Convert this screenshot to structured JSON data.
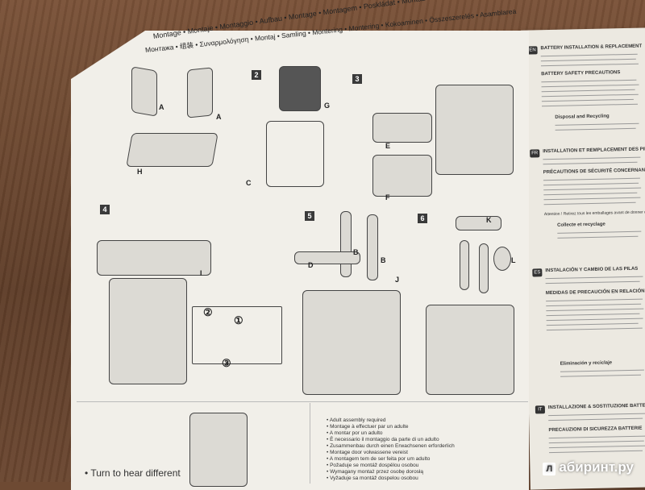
{
  "header_languages": "Montage • Montaje • Montaggio • Aufbau • Montage • Montagem • Poskládat • Montaż • Poskladať • Сборка • تجميع",
  "header_languages_2": "Монтажа • 组装 • Συναρμολόγηση • Montaj • Samling • Montering • Montering • Kokoaminen • Összeszerelés • Asamblarea",
  "steps": [
    "2",
    "3",
    "4",
    "5",
    "6"
  ],
  "part_labels": {
    "A1": "A",
    "A2": "A",
    "H": "H",
    "G": "G",
    "C": "C",
    "E": "E",
    "F": "F",
    "B1": "B",
    "B2": "B",
    "D": "D",
    "J": "J",
    "K": "K",
    "L": "L",
    "I": "I"
  },
  "circle_markers": {
    "one": "①",
    "two": "②",
    "three": "③"
  },
  "assembly_text": [
    "• Adult assembly required",
    "• Montage à effectuer par un adulte",
    "• A montar por un adulto",
    "• È necessario il montaggio da parte di un adulto",
    "• Zusammenbau durch einen Erwachsenen erforderlich",
    "• Montage door volwassene vereist",
    "• A montagem tem de ser feita por um adulto",
    "• Požaduje se montáž dospělou osobou",
    "• Wymagany montaż przez osobę dorosłą",
    "• Vyžaduje sa montáž dospelou osobou"
  ],
  "turn_text": "• Turn to hear different",
  "right_sheet": {
    "badges": [
      "EN",
      "FR",
      "ES",
      "IT"
    ],
    "headings": [
      "BATTERY INSTALLATION & REPLACEMENT",
      "BATTERY SAFETY PRECAUTIONS",
      "Disposal and Recycling",
      "INSTALLATION ET REMPLACEMENT DES PILES",
      "PRÉCAUTIONS DE SÉCURITÉ CONCERNANT LES PILES",
      "Attention ! Retirez tous les emballages avant de donner ce jouet à votre enfant.",
      "Collecte et recyclage",
      "INSTALACIÓN Y CAMBIO DE LAS PILAS",
      "MEDIDAS DE PRECAUCIÓN EN RELACIÓN A LAS PILAS",
      "Eliminación y reciclaje",
      "INSTALLAZIONE & SOSTITUZIONE BATTERIA",
      "PRECAUZIONI DI SICUREZZA BATTERIE"
    ]
  },
  "watermark": {
    "icon": "Л",
    "text": "абиринт.ру"
  }
}
